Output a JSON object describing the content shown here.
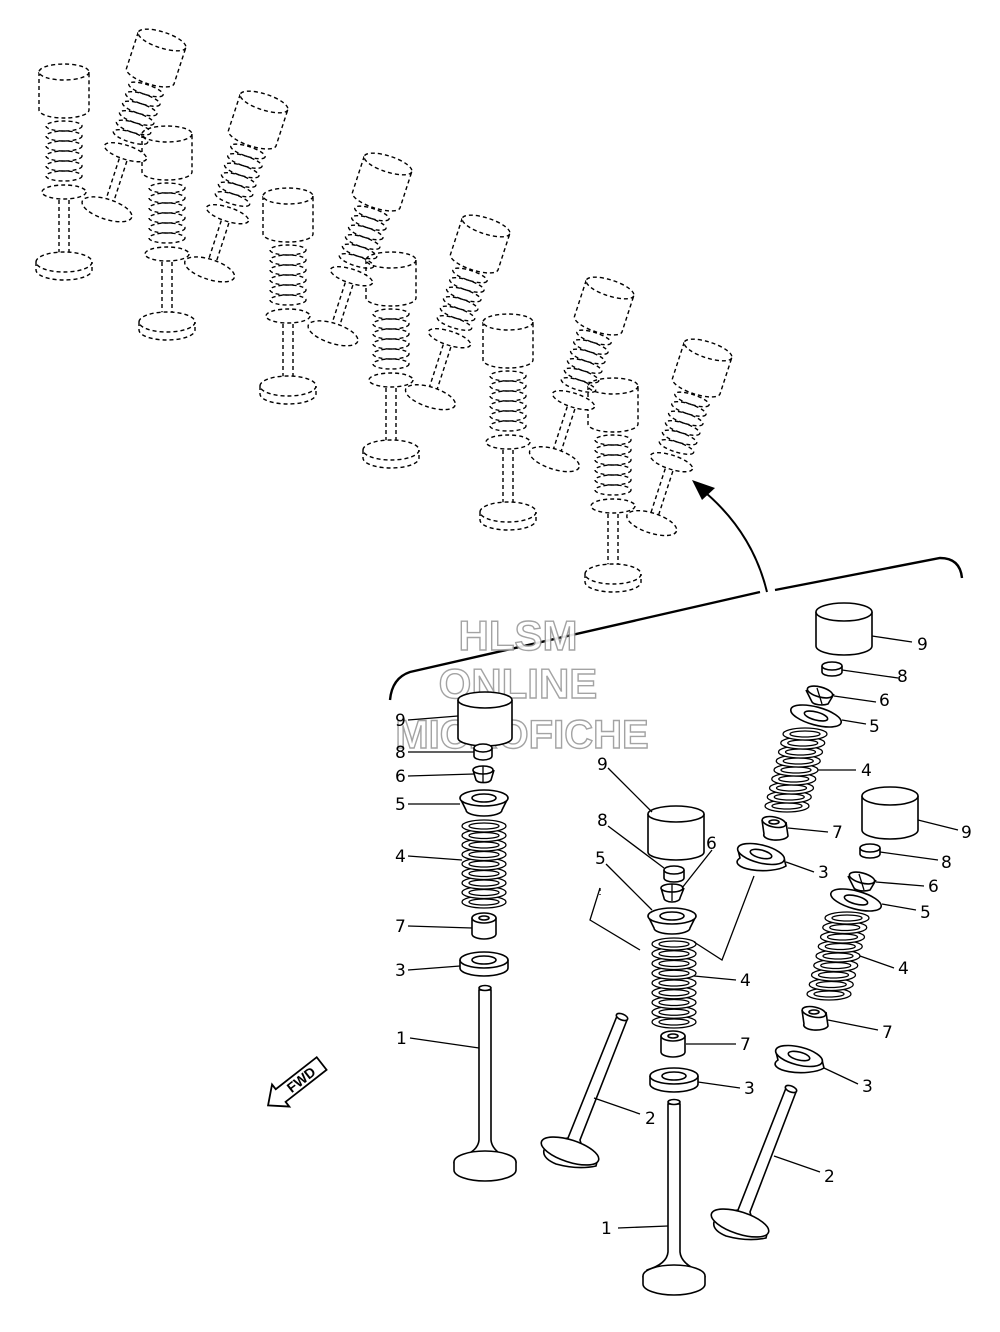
{
  "watermark": {
    "line1": "HLSM",
    "line2": "ONLINE",
    "line3": "MICROFICHE"
  },
  "direction_label": "FWD",
  "callouts": [
    {
      "id": "c-left-9",
      "label": "9"
    },
    {
      "id": "c-left-8",
      "label": "8"
    },
    {
      "id": "c-left-6",
      "label": "6"
    },
    {
      "id": "c-left-5",
      "label": "5"
    },
    {
      "id": "c-left-4",
      "label": "4"
    },
    {
      "id": "c-left-7",
      "label": "7"
    },
    {
      "id": "c-left-3",
      "label": "3"
    },
    {
      "id": "c-left-1",
      "label": "1"
    },
    {
      "id": "c-mid-9",
      "label": "9"
    },
    {
      "id": "c-mid-8",
      "label": "8"
    },
    {
      "id": "c-mid-6",
      "label": "6"
    },
    {
      "id": "c-mid-5",
      "label": "5"
    },
    {
      "id": "c-mid-4",
      "label": "4"
    },
    {
      "id": "c-mid-7",
      "label": "7"
    },
    {
      "id": "c-mid-3",
      "label": "3"
    },
    {
      "id": "c-mid-2",
      "label": "2"
    },
    {
      "id": "c-mid-1",
      "label": "1"
    },
    {
      "id": "c-tr-9",
      "label": "9"
    },
    {
      "id": "c-tr-8",
      "label": "8"
    },
    {
      "id": "c-tr-6",
      "label": "6"
    },
    {
      "id": "c-tr-5",
      "label": "5"
    },
    {
      "id": "c-tr-4",
      "label": "4"
    },
    {
      "id": "c-tr-7",
      "label": "7"
    },
    {
      "id": "c-tr-3",
      "label": "3"
    },
    {
      "id": "c-r-9",
      "label": "9"
    },
    {
      "id": "c-r-8",
      "label": "8"
    },
    {
      "id": "c-r-6",
      "label": "6"
    },
    {
      "id": "c-r-5",
      "label": "5"
    },
    {
      "id": "c-r-4",
      "label": "4"
    },
    {
      "id": "c-r-7",
      "label": "7"
    },
    {
      "id": "c-r-3",
      "label": "3"
    },
    {
      "id": "c-r-2",
      "label": "2"
    }
  ]
}
